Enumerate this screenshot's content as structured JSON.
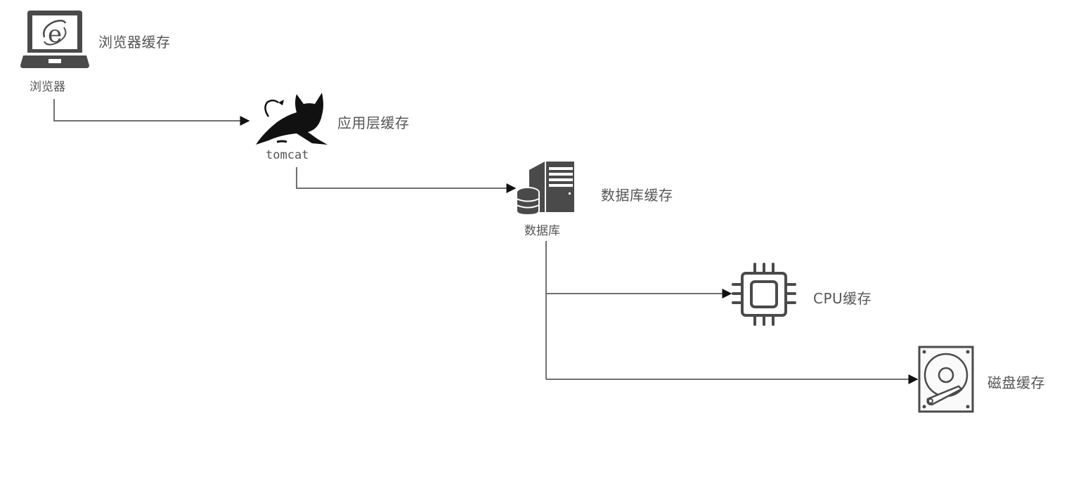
{
  "diagram": {
    "title": "Cache hierarchy",
    "nodes": [
      {
        "id": "browser",
        "icon": "laptop-browser-icon",
        "caption": "浏览器",
        "cache_label": "浏览器缓存"
      },
      {
        "id": "tomcat",
        "icon": "tomcat-cat-icon",
        "caption": "tomcat",
        "cache_label": "应用层缓存"
      },
      {
        "id": "database",
        "icon": "database-server-icon",
        "caption": "数据库",
        "cache_label": "数据库缓存"
      },
      {
        "id": "cpu",
        "icon": "cpu-chip-icon",
        "caption": "",
        "cache_label": "CPU缓存"
      },
      {
        "id": "disk",
        "icon": "hard-disk-icon",
        "caption": "",
        "cache_label": "磁盘缓存"
      }
    ],
    "edges": [
      {
        "from": "browser",
        "to": "tomcat"
      },
      {
        "from": "tomcat",
        "to": "database"
      },
      {
        "from": "database",
        "to": "cpu"
      },
      {
        "from": "database",
        "to": "disk"
      }
    ],
    "colors": {
      "line": "#666666",
      "icon": "#4a4a4a",
      "text": "#555555",
      "arrow": "#111111"
    }
  }
}
